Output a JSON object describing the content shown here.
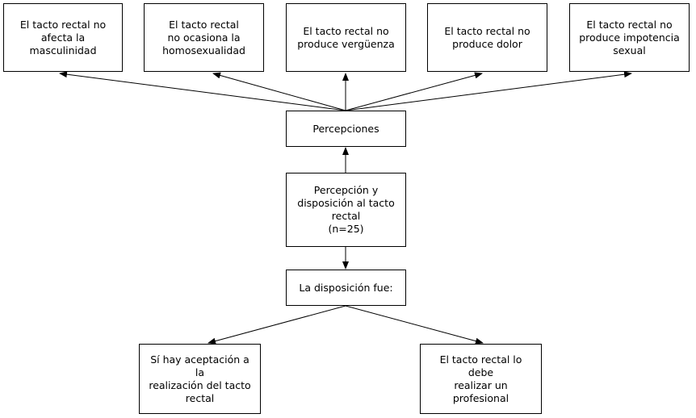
{
  "perceptions": {
    "masculinity": "El tacto rectal no\nafecta la masculinidad",
    "homosexuality": "El tacto rectal\nno ocasiona la\nhomosexualidad",
    "shame": "El tacto rectal no\nproduce vergüenza",
    "pain": "El tacto rectal no\nproduce dolor",
    "impotence": "El tacto rectal no\nproduce impotencia\nsexual"
  },
  "percepciones": "Percepciones",
  "center": "Percepción y\ndisposición al tacto\nrectal\n(n=25)",
  "disposicion": "La disposición fue:",
  "outcomes": {
    "acceptance": "Sí hay aceptación a la\nrealización del tacto\nrectal",
    "professional": "El tacto rectal lo debe\nrealizar un profesional"
  }
}
